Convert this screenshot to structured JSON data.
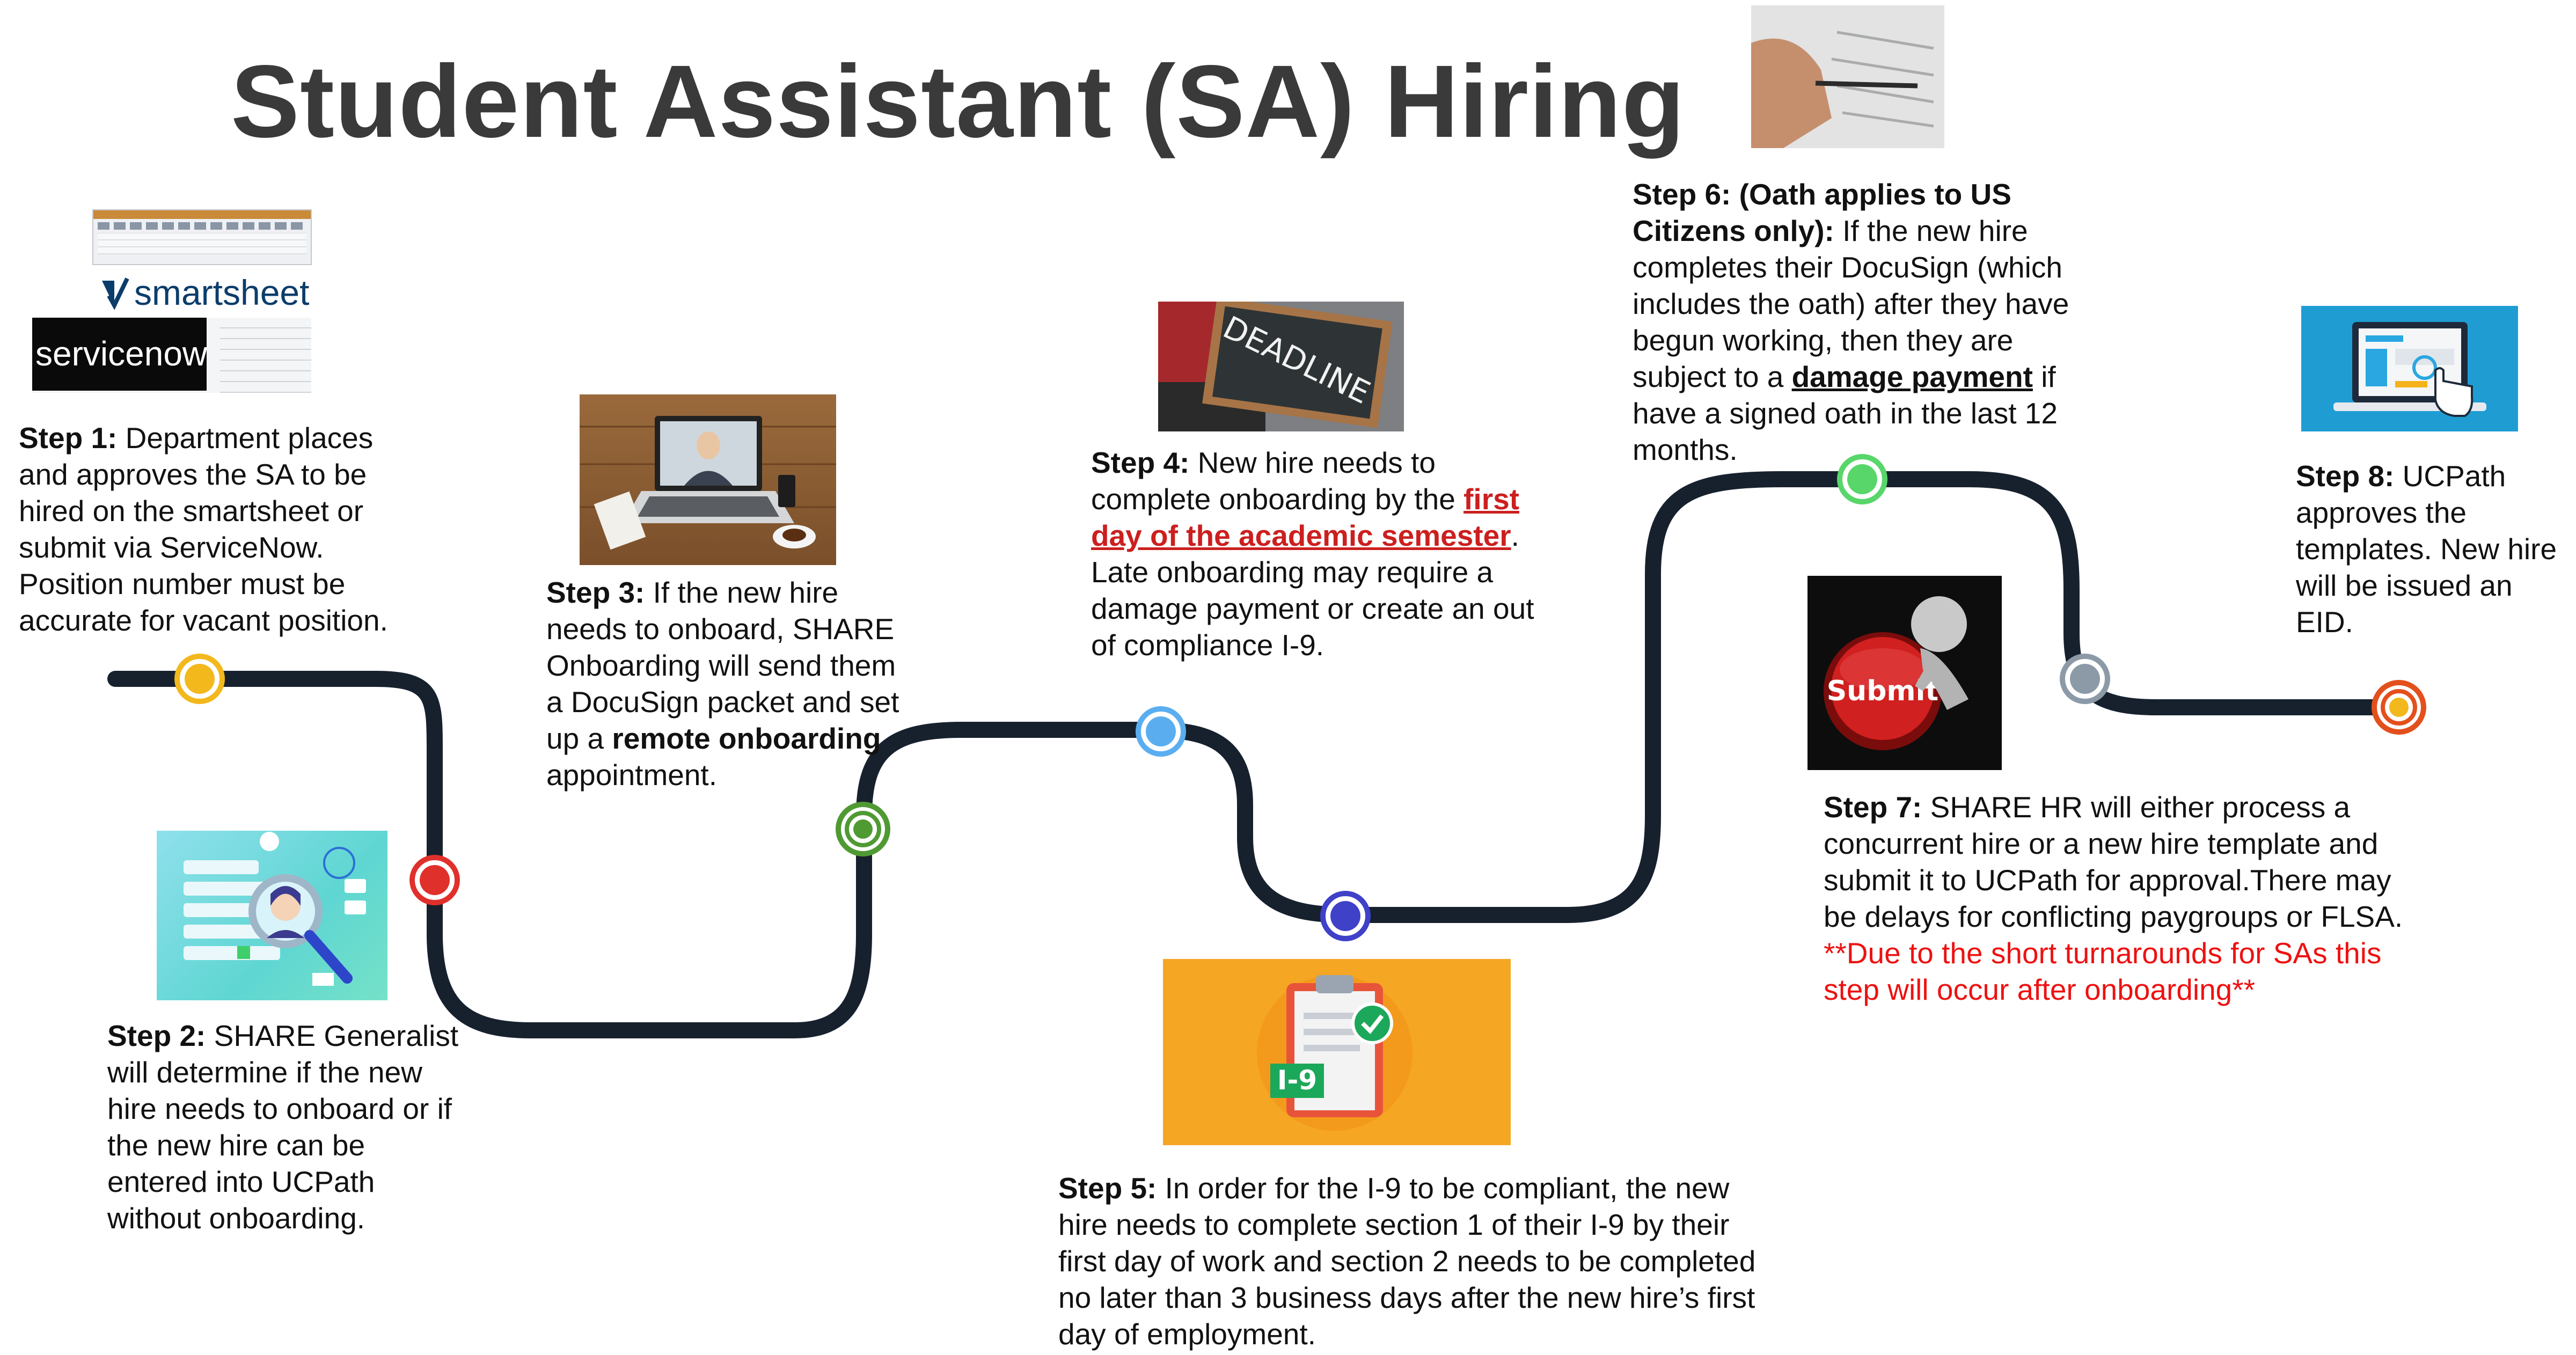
{
  "title": "Student Assistant (SA) Hiring",
  "logos": {
    "smartsheet": "smartsheet",
    "servicenow": "servicenow"
  },
  "images": {
    "deadline": "DEADLINE",
    "i9": "I-9",
    "submit": "Submit"
  },
  "steps": [
    {
      "label": "Step 1:",
      "text": "Department places and approves the SA to be hired on the smartsheet or submit via ServiceNow. Position number must be accurate for vacant position."
    },
    {
      "label": "Step 2:",
      "text": "SHARE Generalist will determine if the new hire needs to onboard or if the new hire can be entered into UCPath without onboarding."
    },
    {
      "label": "Step 3:",
      "text_before": "If the new hire needs to onboard, SHARE Onboarding will send them a DocuSign packet and set up a",
      "emphasis": "remote onboarding",
      "text_after": "appointment."
    },
    {
      "label": "Step 4:",
      "text_before": "New hire needs to complete onboarding by the",
      "emphasis": "first day of the academic semester",
      "text_after": ". Late onboarding may require a damage payment or create an out of compliance I-9."
    },
    {
      "label": "Step 5:",
      "text": "In order for the I-9 to be compliant, the new hire needs to complete section 1 of their I-9 by their first day of work and section 2 needs to be completed no later than 3 business days after the new hire’s first day of employment."
    },
    {
      "label": "Step 6: (Oath applies to US Citizens only):",
      "text_before": "If the new hire completes their DocuSign (which includes the oath) after they have begun working, then they are subject to a",
      "emphasis": "damage payment",
      "text_after": "if have a signed oath in the last 12 months."
    },
    {
      "label": "Step 7:",
      "text": "SHARE HR will either process a concurrent hire or a new hire template and submit it to UCPath for approval.There may be delays for conflicting paygroups or FLSA.",
      "note": "**Due to the short turnarounds for SAs this step will occur after onboarding**"
    },
    {
      "label": "Step 8:",
      "text": "UCPath approves the templates. New hire will be issued an EID."
    }
  ],
  "colors": {
    "road": "#17212e",
    "title": "#3a3a3a",
    "emphasis_red": "#cc1f1f",
    "note_red": "#ee1111",
    "markers": [
      "#f2b81c",
      "#e0302c",
      "#4f9a33",
      "#5aaef0",
      "#3f41c8",
      "#58d66a",
      "#8c9aa8",
      "#e3501c"
    ]
  }
}
